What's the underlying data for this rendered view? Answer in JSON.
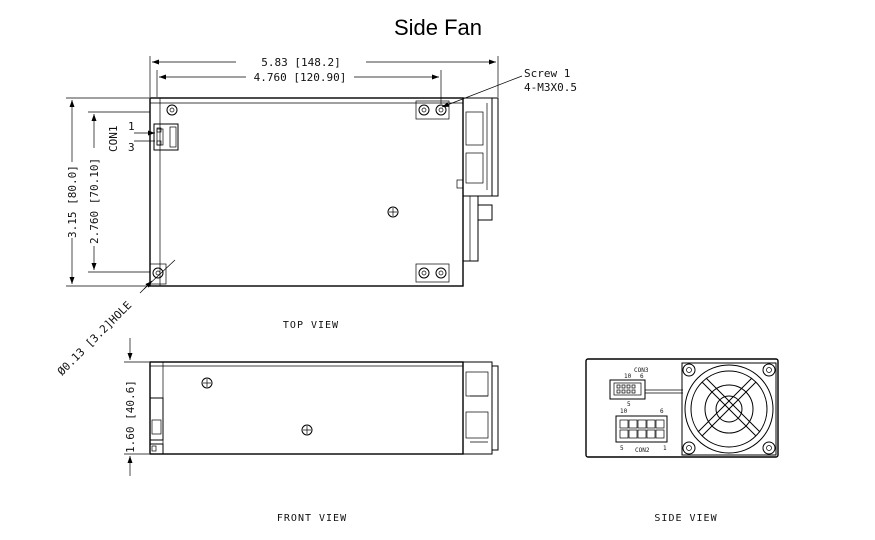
{
  "title": "Side Fan",
  "dimensions": {
    "overall_length": "5.83 [148.2]",
    "mounting_length": "4.760 [120.90]",
    "overall_width": "3.15 [80.0]",
    "mounting_width": "2.760 [70.10]",
    "height": "1.60 [40.6]",
    "hole": "Ø0.13 [3.2]HOLE"
  },
  "screw_note": {
    "line1": "Screw 1",
    "line2": "4-M3X0.5"
  },
  "connectors": {
    "con1": "CON1",
    "con1_pin_first": "1",
    "con1_pin_last": "3",
    "con2": "CON2",
    "con3": "CON3",
    "con2_pins": {
      "top_left": "10",
      "top_right": "6",
      "bottom_left": "5",
      "bottom_right": "1"
    },
    "con3_pins": {
      "top_left": "10",
      "top_right": "6",
      "side": "5"
    }
  },
  "views": {
    "top": "TOP VIEW",
    "front": "FRONT VIEW",
    "side": "SIDE VIEW"
  }
}
